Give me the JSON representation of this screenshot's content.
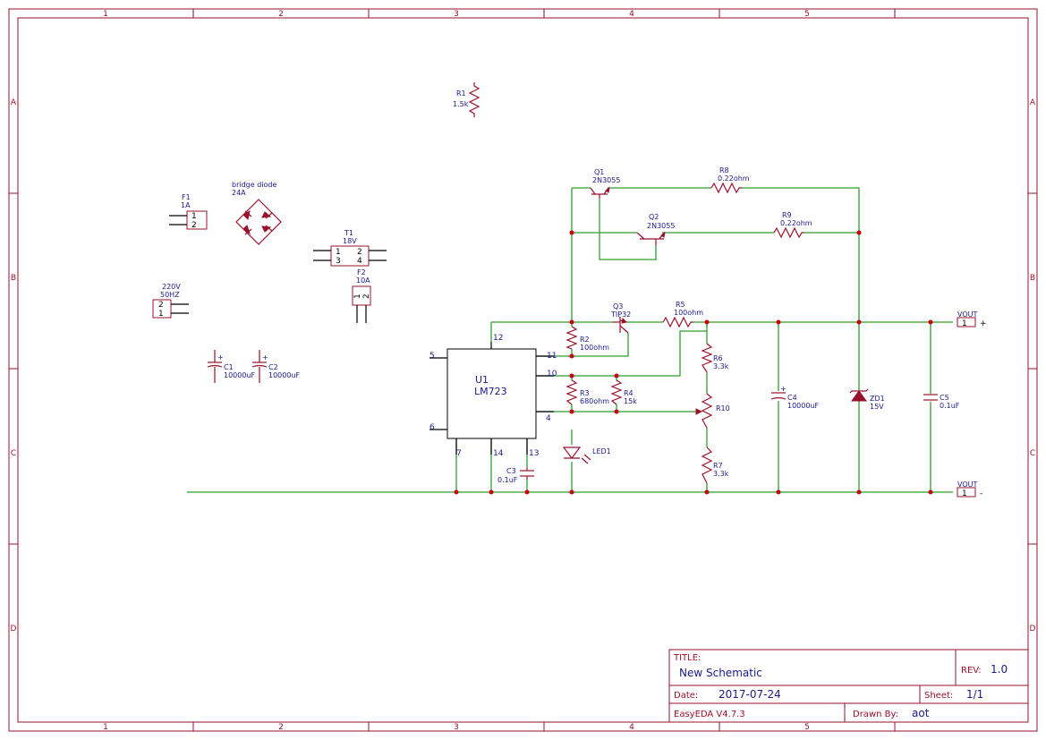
{
  "frame": {
    "columns": [
      "1",
      "2",
      "3",
      "4",
      "5"
    ],
    "rows": [
      "A",
      "B",
      "C",
      "D"
    ]
  },
  "components": {
    "R1": {
      "ref": "R1",
      "value": "1.5k"
    },
    "F1": {
      "ref": "F1",
      "value": "1A",
      "pins": [
        "1",
        "2"
      ]
    },
    "BR": {
      "ref": "bridge diode",
      "value": "24A"
    },
    "T1": {
      "ref": "T1",
      "value": "18V",
      "pins": [
        "1",
        "2",
        "3",
        "4"
      ]
    },
    "F2": {
      "ref": "F2",
      "value": "10A",
      "pins": [
        "1",
        "2"
      ]
    },
    "J1": {
      "ref": "220V",
      "value": "50HZ",
      "pins": [
        "2",
        "1"
      ]
    },
    "C1": {
      "ref": "C1",
      "value": "10000uF"
    },
    "C2": {
      "ref": "C2",
      "value": "10000uF"
    },
    "Q1": {
      "ref": "Q1",
      "value": "2N3055"
    },
    "Q2": {
      "ref": "Q2",
      "value": "2N3055"
    },
    "Q3": {
      "ref": "Q3",
      "value": "TIP32"
    },
    "R8": {
      "ref": "R8",
      "value": "0.22ohm"
    },
    "R9": {
      "ref": "R9",
      "value": "0.22ohm"
    },
    "R5": {
      "ref": "R5",
      "value": "100ohm"
    },
    "R2": {
      "ref": "R2",
      "value": "100ohm"
    },
    "R3": {
      "ref": "R3",
      "value": "680ohm"
    },
    "R4": {
      "ref": "R4",
      "value": "15k"
    },
    "R6": {
      "ref": "R6",
      "value": "3.3k"
    },
    "R10": {
      "ref": "R10",
      "value": ""
    },
    "R7": {
      "ref": "R7",
      "value": "3.3k"
    },
    "C3": {
      "ref": "C3",
      "value": "0.1uF"
    },
    "C4": {
      "ref": "C4",
      "value": "10000uF"
    },
    "C5": {
      "ref": "C5",
      "value": "0.1uF"
    },
    "ZD1": {
      "ref": "ZD1",
      "value": "15V"
    },
    "LED1": {
      "ref": "LED1",
      "value": ""
    },
    "U1": {
      "ref": "U1",
      "value": "LM723",
      "pins": [
        "12",
        "5",
        "11",
        "10",
        "4",
        "6",
        "7",
        "14",
        "13"
      ]
    },
    "VOUT_P": {
      "ref": "VOUT",
      "pin": "1",
      "sign": "+"
    },
    "VOUT_N": {
      "ref": "VOUT",
      "pin": "1",
      "sign": "-"
    }
  },
  "title_block": {
    "title_label": "TITLE:",
    "title": "New Schematic",
    "rev_label": "REV:",
    "rev": "1.0",
    "date_label": "Date:",
    "date": "2017-07-24",
    "sheet_label": "Sheet:",
    "sheet": "1/1",
    "tool": "EasyEDA V4.7.3",
    "drawn_label": "Drawn By:",
    "drawn_by": "aot"
  },
  "colors": {
    "frame": "#99112b",
    "wire": "#2f9d2f",
    "label": "#1a1a8c",
    "junction": "#cc0000"
  }
}
